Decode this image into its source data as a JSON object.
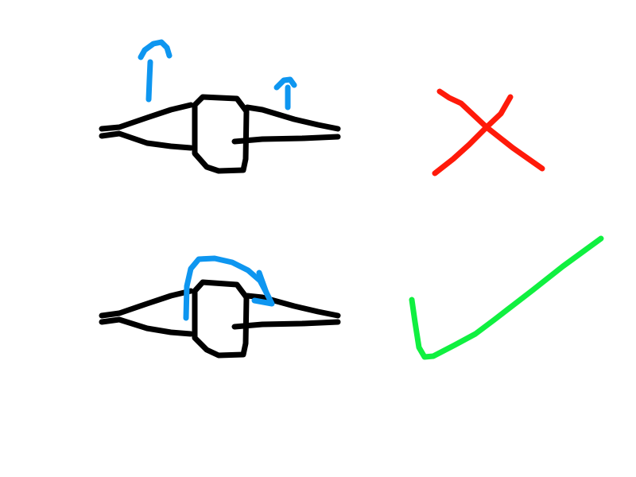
{
  "colors": {
    "background": "#ffffff",
    "drawing": "#000000",
    "motion_arrow": "#0e96f0",
    "wrong_mark": "#ff1a0a",
    "right_mark": "#10f040"
  },
  "icons": {
    "wrong": "red-cross-icon",
    "right": "green-checkmark-icon"
  },
  "rows": [
    {
      "name": "top-sketch",
      "arrows": "two-upward-arrows",
      "verdict": "wrong"
    },
    {
      "name": "bottom-sketch",
      "arrows": "curved-arrow-over",
      "verdict": "right"
    }
  ]
}
